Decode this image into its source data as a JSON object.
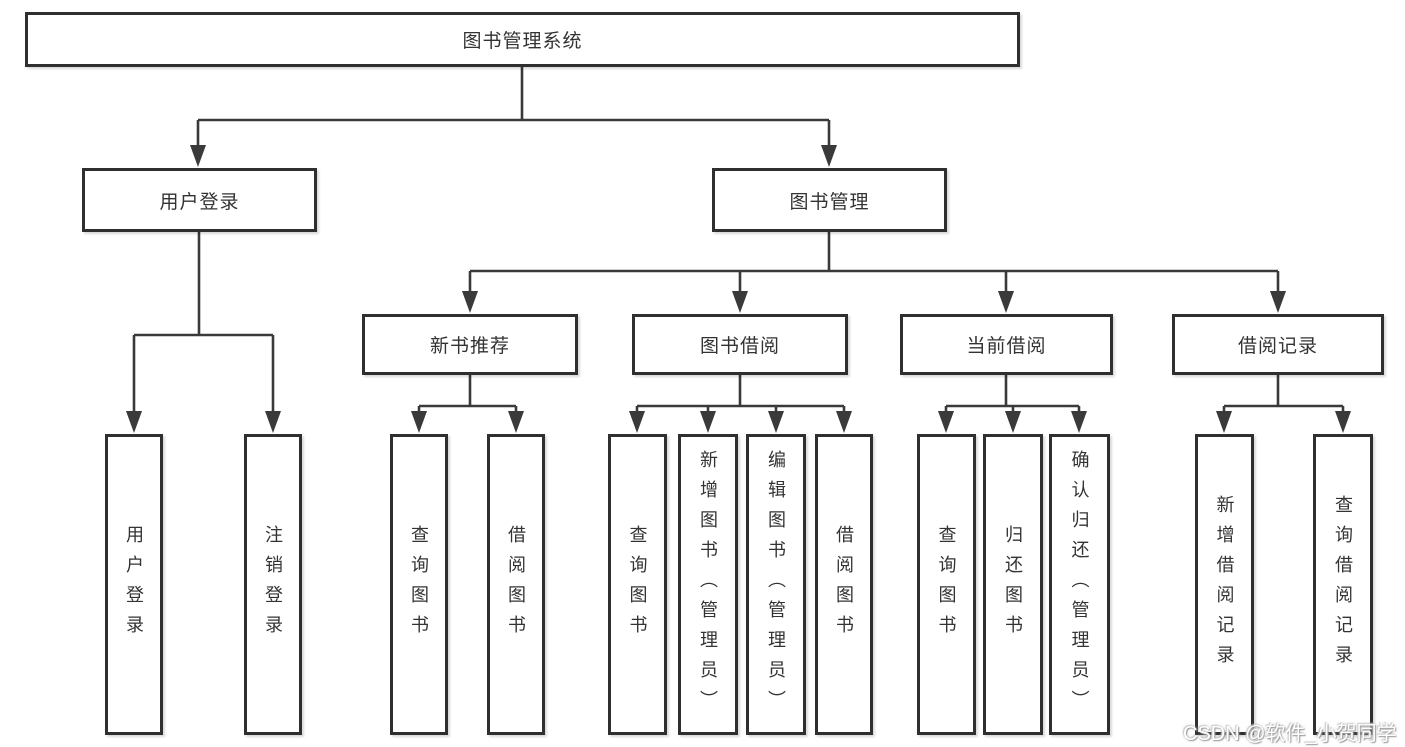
{
  "diagram": {
    "root": {
      "label": "图书管理系统"
    },
    "level2": [
      {
        "id": "user-login",
        "label": "用户登录"
      },
      {
        "id": "book-management",
        "label": "图书管理"
      }
    ],
    "level3": [
      {
        "id": "new-book-recommendation",
        "parent": "book-management",
        "label": "新书推荐"
      },
      {
        "id": "book-borrowing",
        "parent": "book-management",
        "label": "图书借阅"
      },
      {
        "id": "current-borrowing",
        "parent": "book-management",
        "label": "当前借阅"
      },
      {
        "id": "borrowing-records",
        "parent": "book-management",
        "label": "借阅记录"
      }
    ],
    "leaves": [
      {
        "parent": "user-login",
        "label": "用户登录"
      },
      {
        "parent": "user-login",
        "label": "注销登录"
      },
      {
        "parent": "new-book-recommendation",
        "label": "查询图书"
      },
      {
        "parent": "new-book-recommendation",
        "label": "借阅图书"
      },
      {
        "parent": "book-borrowing",
        "label": "查询图书"
      },
      {
        "parent": "book-borrowing",
        "label": "新增图书（管理员）"
      },
      {
        "parent": "book-borrowing",
        "label": "编辑图书（管理员）"
      },
      {
        "parent": "book-borrowing",
        "label": "借阅图书"
      },
      {
        "parent": "current-borrowing",
        "label": "查询图书"
      },
      {
        "parent": "current-borrowing",
        "label": "归还图书"
      },
      {
        "parent": "current-borrowing",
        "label": "确认归还（管理员）"
      },
      {
        "parent": "borrowing-records",
        "label": "新增借阅记录"
      },
      {
        "parent": "borrowing-records",
        "label": "查询借阅记录"
      }
    ]
  },
  "watermark": "CSDN @软件_小贺同学",
  "colors": {
    "line": "#3a3a3a",
    "box_border": "#2f2f2f",
    "text": "#333333",
    "background": "#ffffff",
    "watermark_text": "#ffffff"
  }
}
